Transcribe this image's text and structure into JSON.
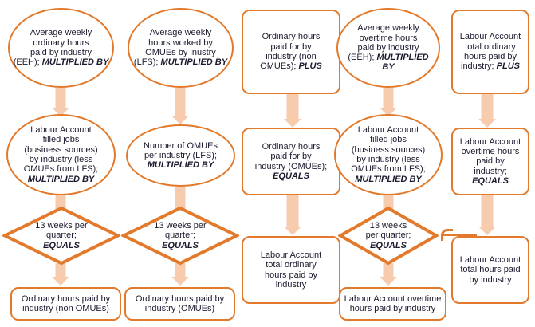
{
  "diagram": {
    "title": "Labour Account hours paid by industry derivation flowchart",
    "accent_outline": "#E2792B",
    "arrow_fill": "#F7CBAD",
    "background": "#FFFFFF"
  },
  "columns": [
    {
      "id": "col1",
      "nodes": [
        {
          "id": "c1n1",
          "shape": "ellipse",
          "line1": "Average weekly",
          "line2": "ordinary hours",
          "line3": "paid by industry",
          "line4": "(EEH); ",
          "op": "MULTIPLIED BY"
        },
        {
          "id": "c1n2",
          "shape": "ellipse",
          "line1": "Labour Account",
          "line2": "filled jobs",
          "line3": "(business sources)",
          "line4": "by industry (less",
          "line5": "OMUEs from LFS);",
          "op": "MULTIPLIED BY"
        },
        {
          "id": "c1n3",
          "shape": "diamond",
          "line1": "13 weeks per",
          "line2": "quarter;",
          "op": "EQUALS"
        },
        {
          "id": "c1n4",
          "shape": "rbox",
          "line1": "Ordinary hours paid by",
          "line2": "industry (non OMUEs)",
          "op": ""
        }
      ]
    },
    {
      "id": "col2",
      "nodes": [
        {
          "id": "c2n1",
          "shape": "ellipse",
          "line1": "Average weekly",
          "line2": "hours worked by",
          "line3": "OMUEs by inustry",
          "line4": "(LFS); ",
          "op": "MULTIPLIED BY"
        },
        {
          "id": "c2n2",
          "shape": "ellipse",
          "line1": "Number of OMUEs",
          "line2": "per industry (LFS);",
          "op": "MULTIPLIED BY"
        },
        {
          "id": "c2n3",
          "shape": "diamond",
          "line1": "13 weeks per",
          "line2": "quarter;",
          "op": "EQUALS"
        },
        {
          "id": "c2n4",
          "shape": "rbox",
          "line1": "Ordinary hours paid by",
          "line2": "industry (OMUEs)",
          "op": ""
        }
      ]
    },
    {
      "id": "col3",
      "nodes": [
        {
          "id": "c3n1",
          "shape": "rbox",
          "line1": "Ordinary hours",
          "line2": "paid for by",
          "line3": "industry (non",
          "line4": "OMUEs); ",
          "op": "PLUS"
        },
        {
          "id": "c3n2",
          "shape": "rbox",
          "line1": "Ordinary hours",
          "line2": "paid for by",
          "line3": "industry (OMUEs);",
          "op": "EQUALS"
        },
        {
          "id": "c3n3",
          "shape": "rbox",
          "line1": "Labour Account",
          "line2": "total ordinary",
          "line3": "hours paid by",
          "line4": "industry",
          "op": ""
        }
      ]
    },
    {
      "id": "col4",
      "nodes": [
        {
          "id": "c4n1",
          "shape": "ellipse",
          "line1": "Average weekly",
          "line2": "overtime hours",
          "line3": "paid by industry",
          "line4": "(EEH); ",
          "op": "MULTIPLIED BY"
        },
        {
          "id": "c4n2",
          "shape": "ellipse",
          "line1": "Labour Account",
          "line2": "filled jobs",
          "line3": "(business sources)",
          "line4": "by industry (less",
          "line5": "OMUEs from LFS);",
          "op": "MULTIPLIED BY"
        },
        {
          "id": "c4n3",
          "shape": "diamond",
          "line1": "13 weeks",
          "line2": "per quarter;",
          "op": "EQUALS"
        },
        {
          "id": "c4n4",
          "shape": "rbox",
          "line1": "Labour Account overtime",
          "line2": "hours paid by industry",
          "op": ""
        }
      ]
    },
    {
      "id": "col5",
      "nodes": [
        {
          "id": "c5n1",
          "shape": "rbox",
          "line1": "Labour Account",
          "line2": "total ordinary",
          "line3": "hours paid by",
          "line4": "industry; ",
          "op": "PLUS"
        },
        {
          "id": "c5n2",
          "shape": "rbox",
          "line1": "Labour Account",
          "line2": "overtime hours",
          "line3": "paid by",
          "line4": "industry;",
          "op": "EQUALS"
        },
        {
          "id": "c5n3",
          "shape": "rbox",
          "line1": "Labour Account",
          "line2": "total hours paid",
          "line3": "by industry",
          "op": ""
        }
      ]
    }
  ]
}
